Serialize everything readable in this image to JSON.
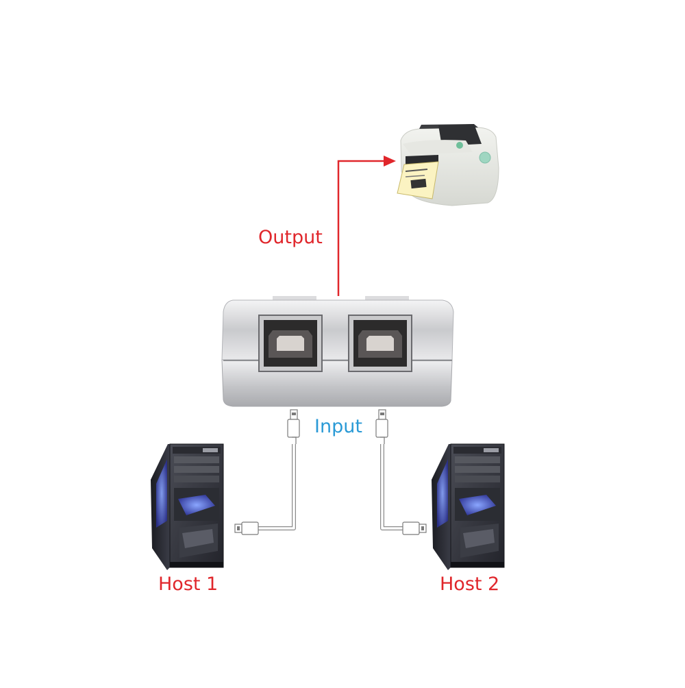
{
  "labels": {
    "output": "Output",
    "input": "Input",
    "host1": "Host 1",
    "host2": "Host 2"
  },
  "colors": {
    "output": "#e0262b",
    "input": "#2a9ad6",
    "host": "#e0262b",
    "arrow": "#e0262b",
    "cable": "#9a9a9a"
  },
  "icons": {
    "printer": "thermal-label-printer-icon",
    "switch": "usb-sharing-switch-icon",
    "host1": "tower-pc-icon",
    "host2": "tower-pc-icon",
    "usbA": "usb-a-connector-icon"
  }
}
